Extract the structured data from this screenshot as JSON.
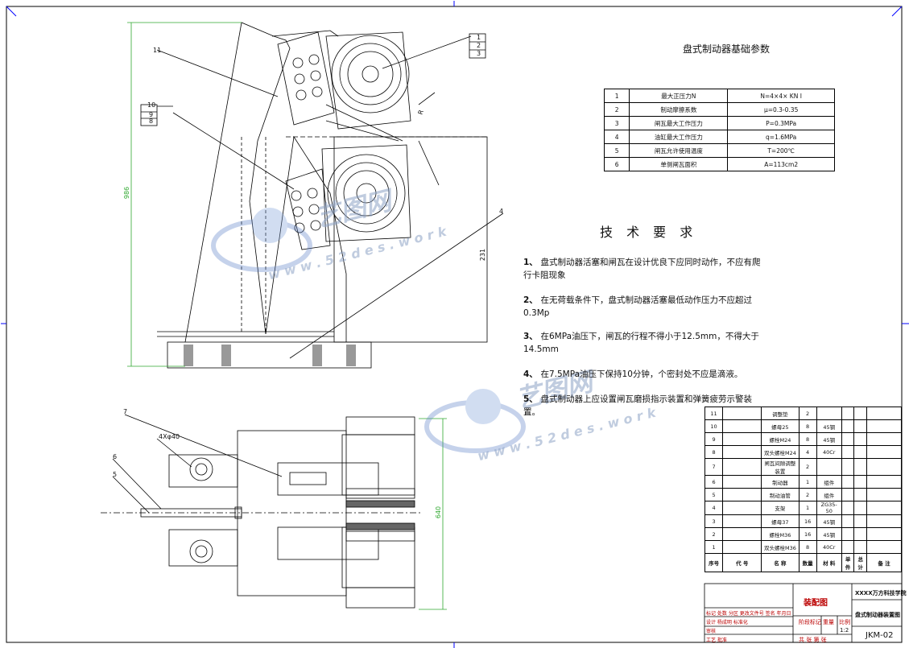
{
  "sheet": {
    "param_title": "盘式制动器基础参数",
    "params": [
      {
        "no": "1",
        "name": "最大正压力N",
        "value": "N=4×4× KN Ⅰ"
      },
      {
        "no": "2",
        "name": "制动摩擦系数",
        "value": "μ=0.3-0.35"
      },
      {
        "no": "3",
        "name": "闸瓦最大工作压力",
        "value": "P=0.3MPa"
      },
      {
        "no": "4",
        "name": "油缸最大工作压力",
        "value": "q=1.6MPa"
      },
      {
        "no": "5",
        "name": "闸瓦允许使用温度",
        "value": "T=200℃"
      },
      {
        "no": "6",
        "name": "单侧闸瓦面积",
        "value": "A=113cm2"
      }
    ],
    "req_title": "技 术 要 求",
    "requirements": [
      {
        "no": "1、",
        "text": "盘式制动器活塞和闸瓦在设计优良下应同时动作，不应有爬行卡阻现象"
      },
      {
        "no": "2、",
        "text": "在无荷载条件下，盘式制动器活塞最低动作压力不应超过0.3Mp"
      },
      {
        "no": "3、",
        "text": "在6MPa油压下，闸瓦的行程不得小于12.5mm，不得大于14.5mm"
      },
      {
        "no": "4、",
        "text": "在7.5MPa油压下保持10分钟，个密封处不应是滴液。"
      },
      {
        "no": "5、",
        "text": "盘式制动器上应设置闸瓦磨损指示装置和弹簧疲劳示警装置。"
      }
    ],
    "bom": [
      {
        "no": "11",
        "name": "调整垫",
        "qty": "2",
        "mat": ""
      },
      {
        "no": "10",
        "name": "螺母25",
        "qty": "8",
        "mat": "45钢"
      },
      {
        "no": "9",
        "name": "螺栓M24",
        "qty": "8",
        "mat": "45钢"
      },
      {
        "no": "8",
        "name": "双头螺栓M24",
        "qty": "4",
        "mat": "40Cr"
      },
      {
        "no": "7",
        "name": "闸瓦间隙调整装置",
        "qty": "2",
        "mat": ""
      },
      {
        "no": "6",
        "name": "制动器",
        "qty": "1",
        "mat": "组件"
      },
      {
        "no": "5",
        "name": "制动油管",
        "qty": "2",
        "mat": "组件"
      },
      {
        "no": "4",
        "name": "支架",
        "qty": "1",
        "mat": "ZG35-50"
      },
      {
        "no": "3",
        "name": "螺母37",
        "qty": "16",
        "mat": "45钢"
      },
      {
        "no": "2",
        "name": "螺栓M36",
        "qty": "16",
        "mat": "45钢"
      },
      {
        "no": "1",
        "name": "双头螺栓M36",
        "qty": "8",
        "mat": "40Cr"
      }
    ],
    "bom_header": {
      "no": "序号",
      "code": "代 号",
      "name": "名 称",
      "qty": "数量",
      "mat": "材 料",
      "w1": "单件",
      "w2": "总计",
      "remark": "备 注"
    },
    "title_block": {
      "school": "XXXX万方科技学院",
      "drawing_name": "盘式制动器装置图",
      "drawing_type": "装配图",
      "code": "JKM-02",
      "scale": "1:2",
      "scale_label": "比例",
      "weight_label": "重量",
      "stage_label": "阶段标记",
      "sheet_label": "共    张 第    张",
      "row1": "标记  处数  分区  更改文件号  签名  年月日",
      "row2": "设计  杨成明      标准化",
      "row3": "审核",
      "row4": "工艺                     批准"
    },
    "dims": {
      "left_height": "986",
      "right_bottom": "640",
      "mid_v": "231",
      "mid_r": "R"
    },
    "callouts": {
      "c1": "1",
      "c2": "2",
      "c3": "3",
      "c4": "4",
      "c5": "5",
      "c6": "6",
      "c7": "7",
      "c8": "8",
      "c9": "9",
      "c10": "10",
      "c11": "11",
      "hole": "4Xφ40"
    },
    "watermark": {
      "brand": "艺图网",
      "url": "w w w . 5 2 d e s . w o r k"
    }
  }
}
